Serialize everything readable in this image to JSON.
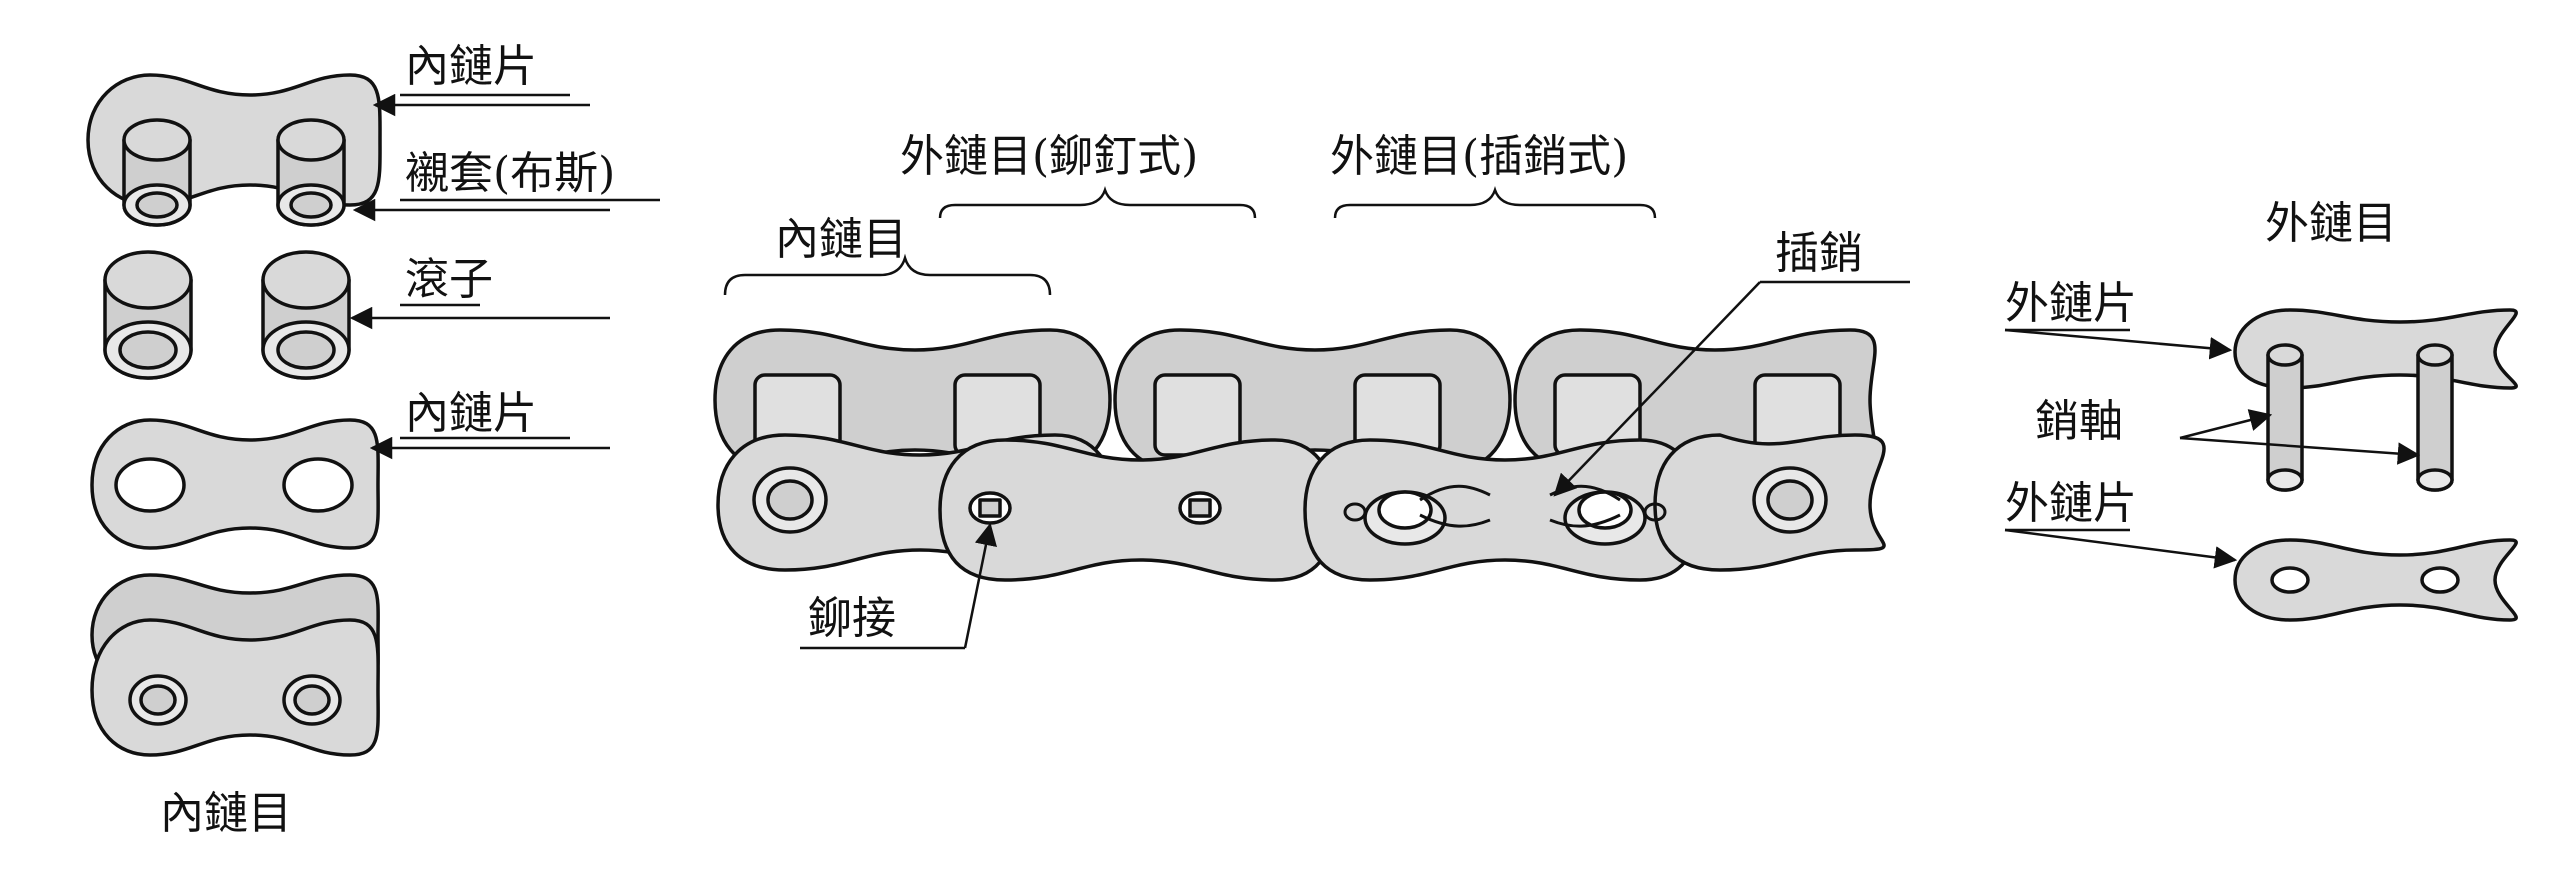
{
  "colors": {
    "ink": "#111111",
    "metal": "#d9d9d9",
    "metal_dark": "#b8b8b8",
    "paper": "#ffffff"
  },
  "labels": {
    "inner_plate_top": "內鏈片",
    "bushing": "襯套(布斯)",
    "roller": "滾子",
    "inner_plate_bottom": "內鏈片",
    "inner_link_caption": "內鏈目",
    "outer_link_riveted": "外鏈目(鉚釘式)",
    "outer_link_cotter": "外鏈目(插銷式)",
    "inner_link_chain": "內鏈目",
    "cotter_pin": "插銷",
    "riveted": "鉚接",
    "outer_link_caption": "外鏈目",
    "outer_plate_top": "外鏈片",
    "pin": "銷軸",
    "outer_plate_bottom": "外鏈片"
  }
}
